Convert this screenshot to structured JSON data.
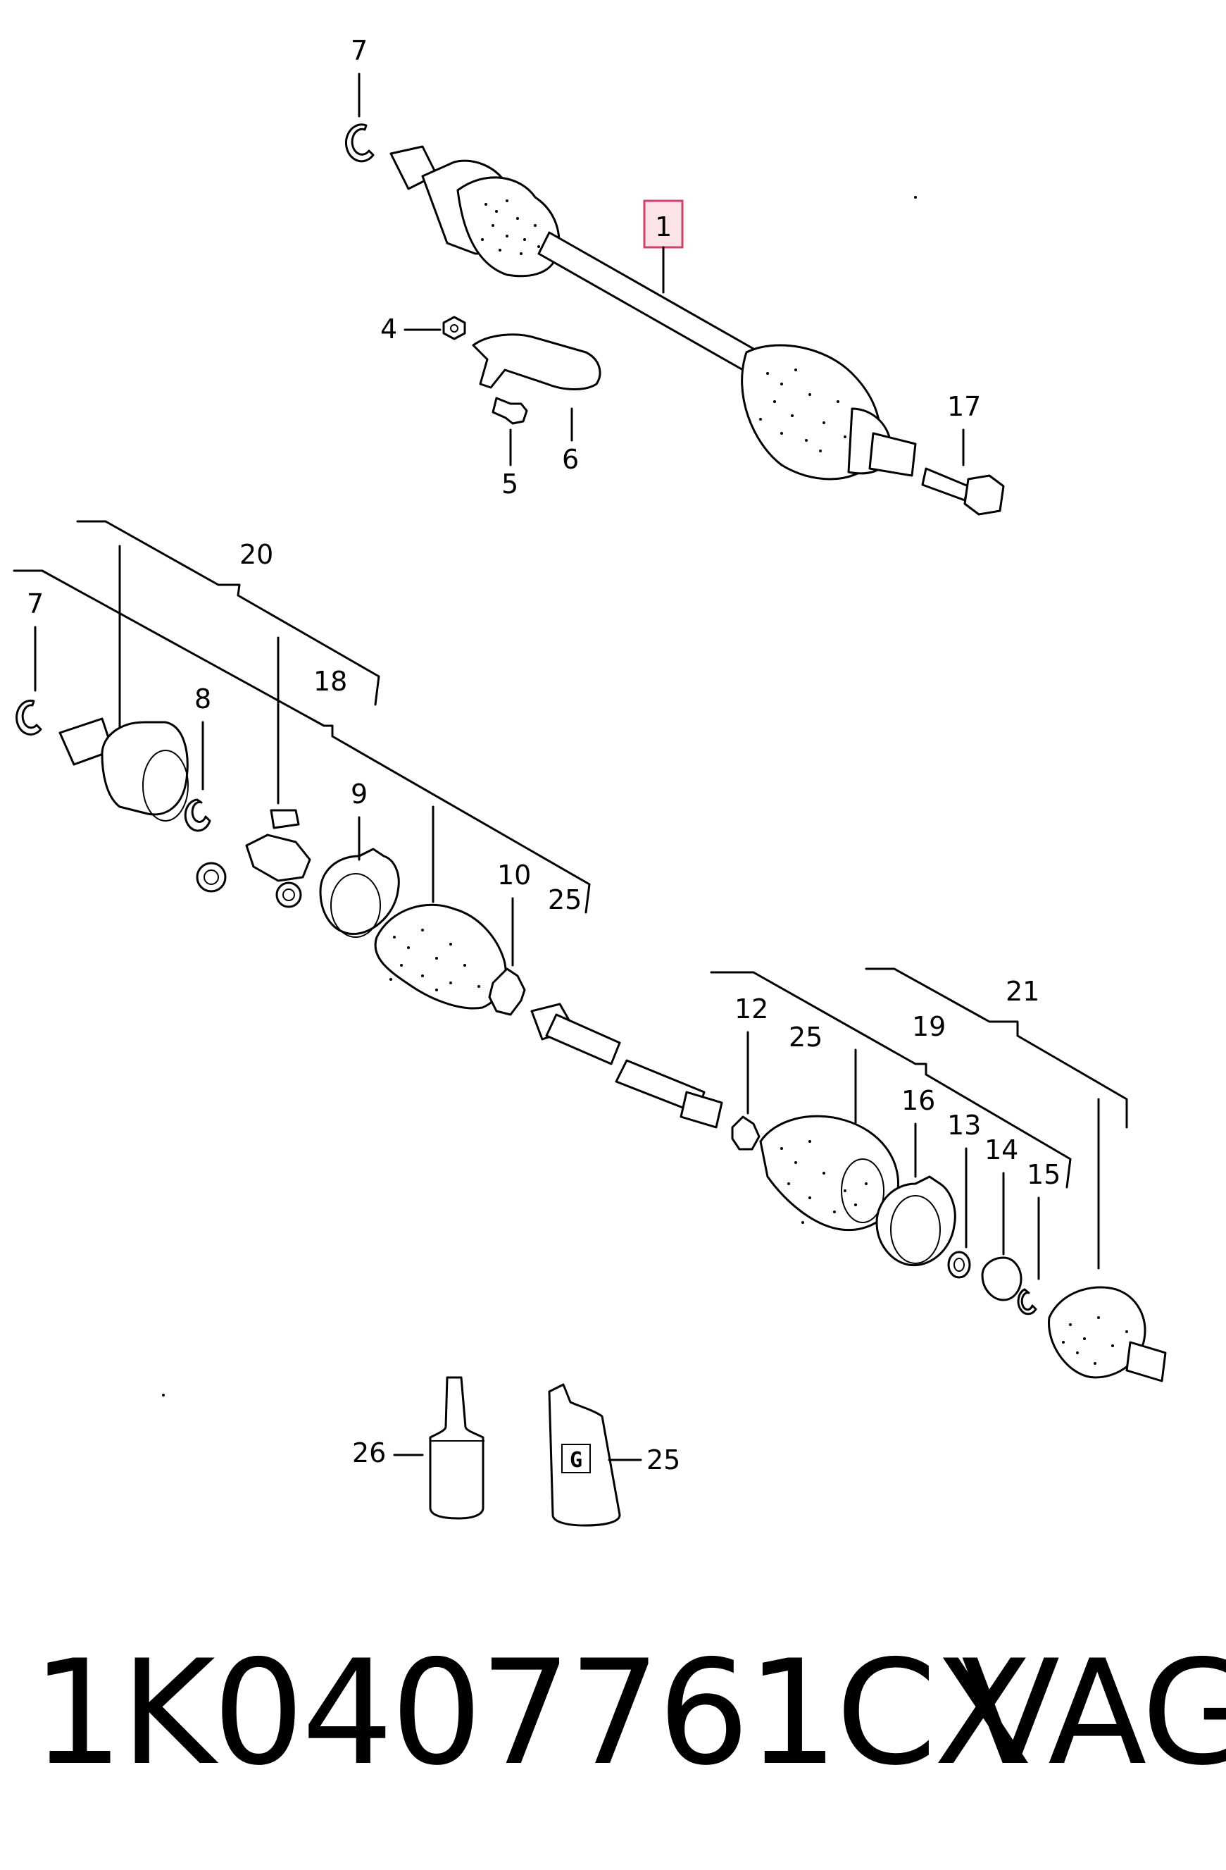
{
  "callouts": {
    "c1": "1",
    "c4": "4",
    "c5": "5",
    "c6": "6",
    "c7_top": "7",
    "c17": "17",
    "c20": "20",
    "c7_left": "7",
    "c18": "18",
    "c8": "8",
    "c9": "9",
    "c10": "10",
    "c25_a": "25",
    "c12": "12",
    "c25_b": "25",
    "c19": "19",
    "c21": "21",
    "c16": "16",
    "c13": "13",
    "c14": "14",
    "c15": "15",
    "c26": "26",
    "c25_c": "25"
  },
  "tube_label": "G",
  "footer": {
    "part_number": "1K0407761CX",
    "brand": "VAG"
  },
  "highlight_color": "#d0406a"
}
